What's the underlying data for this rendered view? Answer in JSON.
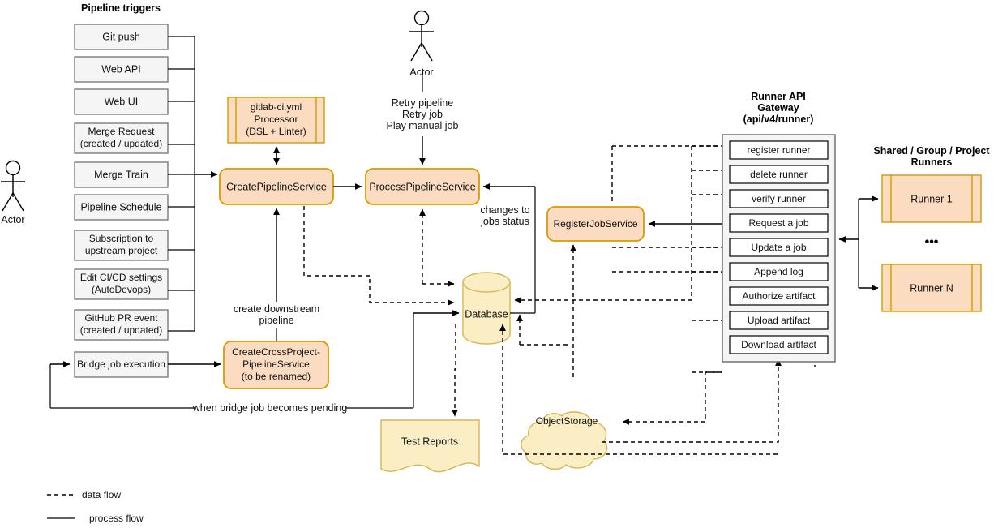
{
  "legend": {
    "title": "",
    "items": [
      {
        "id": "data-flow",
        "label": "data flow",
        "style": "dashed"
      },
      {
        "id": "process-flow",
        "label": "process flow",
        "style": "solid"
      }
    ]
  },
  "actors": [
    {
      "id": "actor-left",
      "label": "Actor"
    },
    {
      "id": "actor-top",
      "label": "Actor"
    }
  ],
  "triggers": {
    "heading": "Pipeline triggers",
    "items": [
      {
        "id": "git-push",
        "lines": [
          "Git push"
        ]
      },
      {
        "id": "web-api",
        "lines": [
          "Web API"
        ]
      },
      {
        "id": "web-ui",
        "lines": [
          "Web UI"
        ]
      },
      {
        "id": "merge-request",
        "lines": [
          "Merge Request",
          "(created / updated)"
        ]
      },
      {
        "id": "merge-train",
        "lines": [
          "Merge Train"
        ]
      },
      {
        "id": "pipeline-schedule",
        "lines": [
          "Pipeline Schedule"
        ]
      },
      {
        "id": "subscription-upstream",
        "lines": [
          "Subscription to",
          "upstream project"
        ]
      },
      {
        "id": "edit-cicd-settings",
        "lines": [
          "Edit CI/CD settings",
          "(AutoDevops)"
        ]
      },
      {
        "id": "github-pr-event",
        "lines": [
          "GitHub PR event",
          "(created / updated)"
        ]
      },
      {
        "id": "bridge-job-execution",
        "lines": [
          "Bridge job execution"
        ]
      }
    ]
  },
  "services": {
    "yml_processor": {
      "lines": [
        "gitlab-ci.yml",
        "Processor",
        "(DSL + Linter)"
      ]
    },
    "create_pipeline": {
      "lines": [
        "CreatePipelineService"
      ]
    },
    "process_pipeline": {
      "lines": [
        "ProcessPipelineService"
      ]
    },
    "create_cross_project": {
      "lines": [
        "CreateCrossProject-",
        "PipelineService",
        "(to be renamed)"
      ]
    },
    "register_job": {
      "lines": [
        "RegisterJobService"
      ]
    }
  },
  "stores": {
    "database": {
      "label": "Database"
    },
    "object_storage": {
      "label": "ObjectStorage"
    },
    "test_reports": {
      "label": "Test Reports"
    }
  },
  "gateway": {
    "heading": [
      "Runner API",
      "Gateway",
      "(api/v4/runner)"
    ],
    "endpoints": [
      {
        "id": "register-runner",
        "label": "register runner"
      },
      {
        "id": "delete-runner",
        "label": "delete runner"
      },
      {
        "id": "verify-runner",
        "label": "verify runner"
      },
      {
        "id": "request-a-job",
        "label": "Request a job"
      },
      {
        "id": "update-a-job",
        "label": "Update a job"
      },
      {
        "id": "append-log",
        "label": "Append log"
      },
      {
        "id": "authorize-artifact",
        "label": "Authorize artifact"
      },
      {
        "id": "upload-artifact",
        "label": "Upload artifact"
      },
      {
        "id": "download-artifact",
        "label": "Download artifact"
      }
    ]
  },
  "runners": {
    "heading": [
      "Shared / Group / Project",
      "Runners"
    ],
    "items": [
      {
        "id": "runner-1",
        "label": "Runner 1"
      },
      {
        "id": "runner-n",
        "label": "Runner N"
      }
    ],
    "ellipsis": "•••"
  },
  "edge_labels": {
    "retry": [
      "Retry pipeline",
      "Retry job",
      "Play manual job"
    ],
    "changes_to_jobs_status": [
      "changes to",
      "jobs status"
    ],
    "create_downstream_pipeline": [
      "create downstream",
      "pipeline"
    ],
    "when_bridge_pending": "when bridge job becomes pending"
  },
  "colors": {
    "service_fill": "#fbdcc0",
    "service_stroke": "#d79b00",
    "store_fill": "#fbeec4",
    "store_stroke": "#d6b656",
    "runner_fill": "#fbdcc0",
    "runner_stroke": "#d79b00",
    "trigger_fill": "#f5f5f5",
    "trigger_stroke": "#666666",
    "gateway_fill": "#f5f5f5",
    "gateway_stroke": "#666666",
    "endpoint_fill": "#ffffff",
    "endpoint_stroke": "#000000",
    "line": "#000000"
  }
}
